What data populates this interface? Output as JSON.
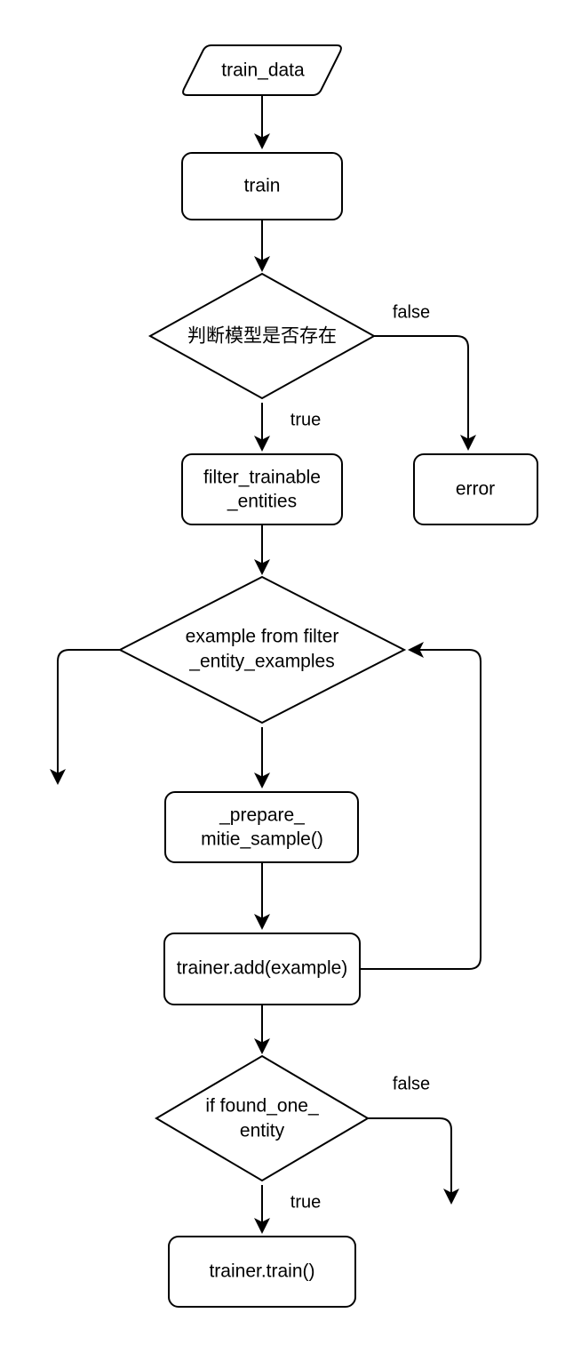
{
  "diagram": {
    "type": "flowchart",
    "title": "",
    "background_color": "#ffffff",
    "stroke_color": "#000000",
    "text_color": "#000000",
    "nodes": [
      {
        "id": "train_data",
        "shape": "parallelogram",
        "label": "train_data"
      },
      {
        "id": "train",
        "shape": "rounded-rect",
        "label": "train"
      },
      {
        "id": "model_exists",
        "shape": "diamond",
        "label": "判断模型是否存在"
      },
      {
        "id": "filter_trainable_entities",
        "shape": "rounded-rect",
        "label_line1": "filter_trainable",
        "label_line2": "_entities"
      },
      {
        "id": "error",
        "shape": "rounded-rect",
        "label": "error"
      },
      {
        "id": "example_loop",
        "shape": "diamond",
        "label_line1": "example from filter",
        "label_line2": "_entity_examples"
      },
      {
        "id": "prepare_mitie_sample",
        "shape": "rounded-rect",
        "label_line1": "_prepare_",
        "label_line2": "mitie_sample()"
      },
      {
        "id": "trainer_add",
        "shape": "rounded-rect",
        "label": "trainer.add(example)"
      },
      {
        "id": "found_one_entity",
        "shape": "diamond",
        "label_line1": "if found_one_",
        "label_line2": "entity"
      },
      {
        "id": "trainer_train",
        "shape": "rounded-rect",
        "label": "trainer.train()"
      }
    ],
    "edge_labels": {
      "model_exists_false": "false",
      "model_exists_true": "true",
      "found_one_entity_false": "false",
      "found_one_entity_true": "true"
    }
  }
}
